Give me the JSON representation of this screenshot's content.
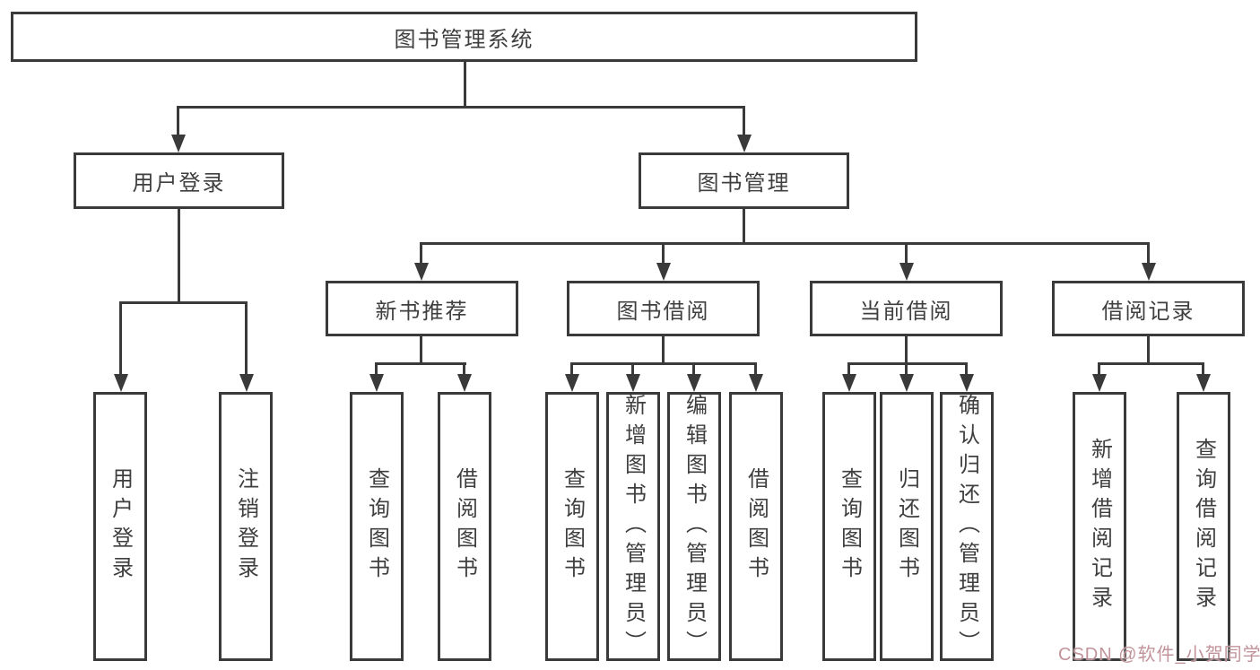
{
  "colors": {
    "line": "#3a3a3a",
    "text": "#3f3f3f",
    "watermark": "#c2939b",
    "background": "#ffffff"
  },
  "diagram": {
    "root": {
      "label": "图书管理系统"
    },
    "level2": [
      {
        "label": "用户登录"
      },
      {
        "label": "图书管理"
      }
    ],
    "level3": [
      {
        "label": "新书推荐"
      },
      {
        "label": "图书借阅"
      },
      {
        "label": "当前借阅"
      },
      {
        "label": "借阅记录"
      }
    ],
    "level4": {
      "user_login": [
        {
          "label": "用户登录"
        },
        {
          "label": "注销登录"
        }
      ],
      "new_books": [
        {
          "label": "查询图书"
        },
        {
          "label": "借阅图书"
        }
      ],
      "book_borrow": [
        {
          "label": "查询图书"
        },
        {
          "label": "新增图书（管理员）"
        },
        {
          "label": "编辑图书（管理员）"
        },
        {
          "label": "借阅图书"
        }
      ],
      "current_borrow": [
        {
          "label": "查询图书"
        },
        {
          "label": "归还图书"
        },
        {
          "label": "确认归还（管理员）"
        }
      ],
      "borrow_records": [
        {
          "label": "新增借阅记录"
        },
        {
          "label": "查询借阅记录"
        }
      ]
    }
  },
  "watermark": {
    "text": "CSDN @软件_小贺同学"
  }
}
